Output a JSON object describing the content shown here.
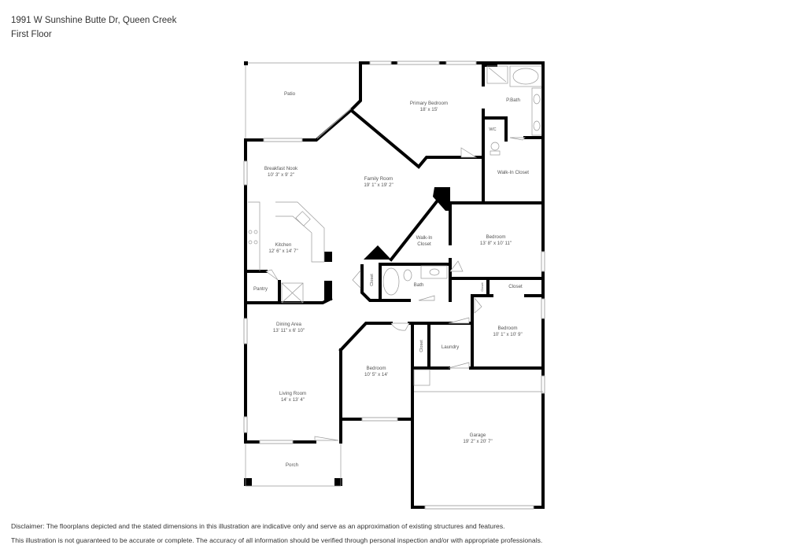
{
  "header": {
    "address": "1991 W Sunshine Butte Dr, Queen Creek",
    "floor": "First Floor"
  },
  "rooms": {
    "patio": {
      "name": "Patio"
    },
    "primary_bedroom": {
      "name": "Primary Bedroom",
      "dims": "18' x 15'"
    },
    "pbath": {
      "name": "P.Bath"
    },
    "wc": {
      "name": "WC"
    },
    "primary_walkin": {
      "name": "Walk-In Closet"
    },
    "breakfast_nook": {
      "name": "Breakfast Nook",
      "dims": "10' 3\" x 9' 2\""
    },
    "family_room": {
      "name": "Family Room",
      "dims": "19' 1\" x 19' 2\""
    },
    "kitchen": {
      "name": "Kitchen",
      "dims": "12' 6\" x 14' 7\""
    },
    "pantry": {
      "name": "Pantry"
    },
    "walkin_closet_2": {
      "name_line1": "Walk-In",
      "name_line2": "Closet"
    },
    "hall_closet": {
      "name": "Closet"
    },
    "bath": {
      "name": "Bath"
    },
    "bedroom_2": {
      "name": "Bedroom",
      "dims": "13' 8\" x 10' 11\""
    },
    "closet_small": {
      "name": "Closet"
    },
    "closet_bed3": {
      "name": "Closet"
    },
    "bedroom_3": {
      "name": "Bedroom",
      "dims": "10' 1\" x 10' 9\""
    },
    "dining_area": {
      "name": "Dining Area",
      "dims": "13' 11\" x 6' 10\""
    },
    "living_room": {
      "name": "Living Room",
      "dims": "14' x 13' 4\""
    },
    "bedroom_4": {
      "name": "Bedroom",
      "dims": "10' 5\" x 14'"
    },
    "closet_bed4": {
      "name": "Closet"
    },
    "laundry": {
      "name": "Laundry"
    },
    "garage": {
      "name": "Garage",
      "dims": "19' 2\" x 20' 7\""
    },
    "porch": {
      "name": "Porch"
    }
  },
  "disclaimer": {
    "line1": "Disclaimer: The floorplans depicted and the stated dimensions in this illustration are indicative only and serve as an approximation of existing structures and features.",
    "line2": "This illustration is not guaranteed to be accurate or complete. The accuracy of all information should be verified through personal inspection and/or with appropriate professionals."
  }
}
